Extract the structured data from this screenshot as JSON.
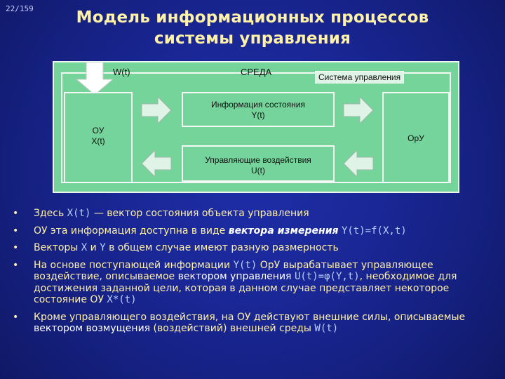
{
  "slide_number": "22/159",
  "title": {
    "line1": "Модель информационных процессов",
    "line2": "системы управления"
  },
  "diagram": {
    "w_label": "W(t)",
    "sreda_label": "СРЕДА",
    "system_label": "Система управления",
    "ou_label": "ОУ",
    "ou_sub": "X(t)",
    "state_label": "Информация состояния",
    "state_sub": "Y(t)",
    "control_label": "Управляющие воздействия",
    "control_sub": "U(t)",
    "oru_label": "ОрУ"
  },
  "bullets": [
    {
      "a": "Здесь ",
      "b": "X(t)",
      "c": " — вектор состояния объекта управления"
    },
    {
      "a": "ОУ эта информация доступна в виде ",
      "b": "вектора измерения",
      "c": " ",
      "d": "Y(t)=f(X,t)"
    },
    {
      "a": "Векторы ",
      "b": "X",
      "c": " и ",
      "d": "Y",
      "e": " в общем случае имеют разную размерность"
    },
    {
      "a": "На основе поступающей информации ",
      "b": "Y(t)",
      "c": " ОрУ вырабатывает управляющее воздействие, описываемое ",
      "d": "вектором управления",
      "e": " ",
      "f": "U(t)=φ(Y,t)",
      "g": ", необходимое для достижения заданной цели, которая в данном случае представляет некоторое состояние ОУ ",
      "h": "X*(t)"
    },
    {
      "a": "Кроме управляющего воздействия, на ОУ действуют внешние силы, описываемые ",
      "b": "вектором возмущения",
      "c": " (воздействий) внешней среды ",
      "d": "W(t)"
    }
  ]
}
